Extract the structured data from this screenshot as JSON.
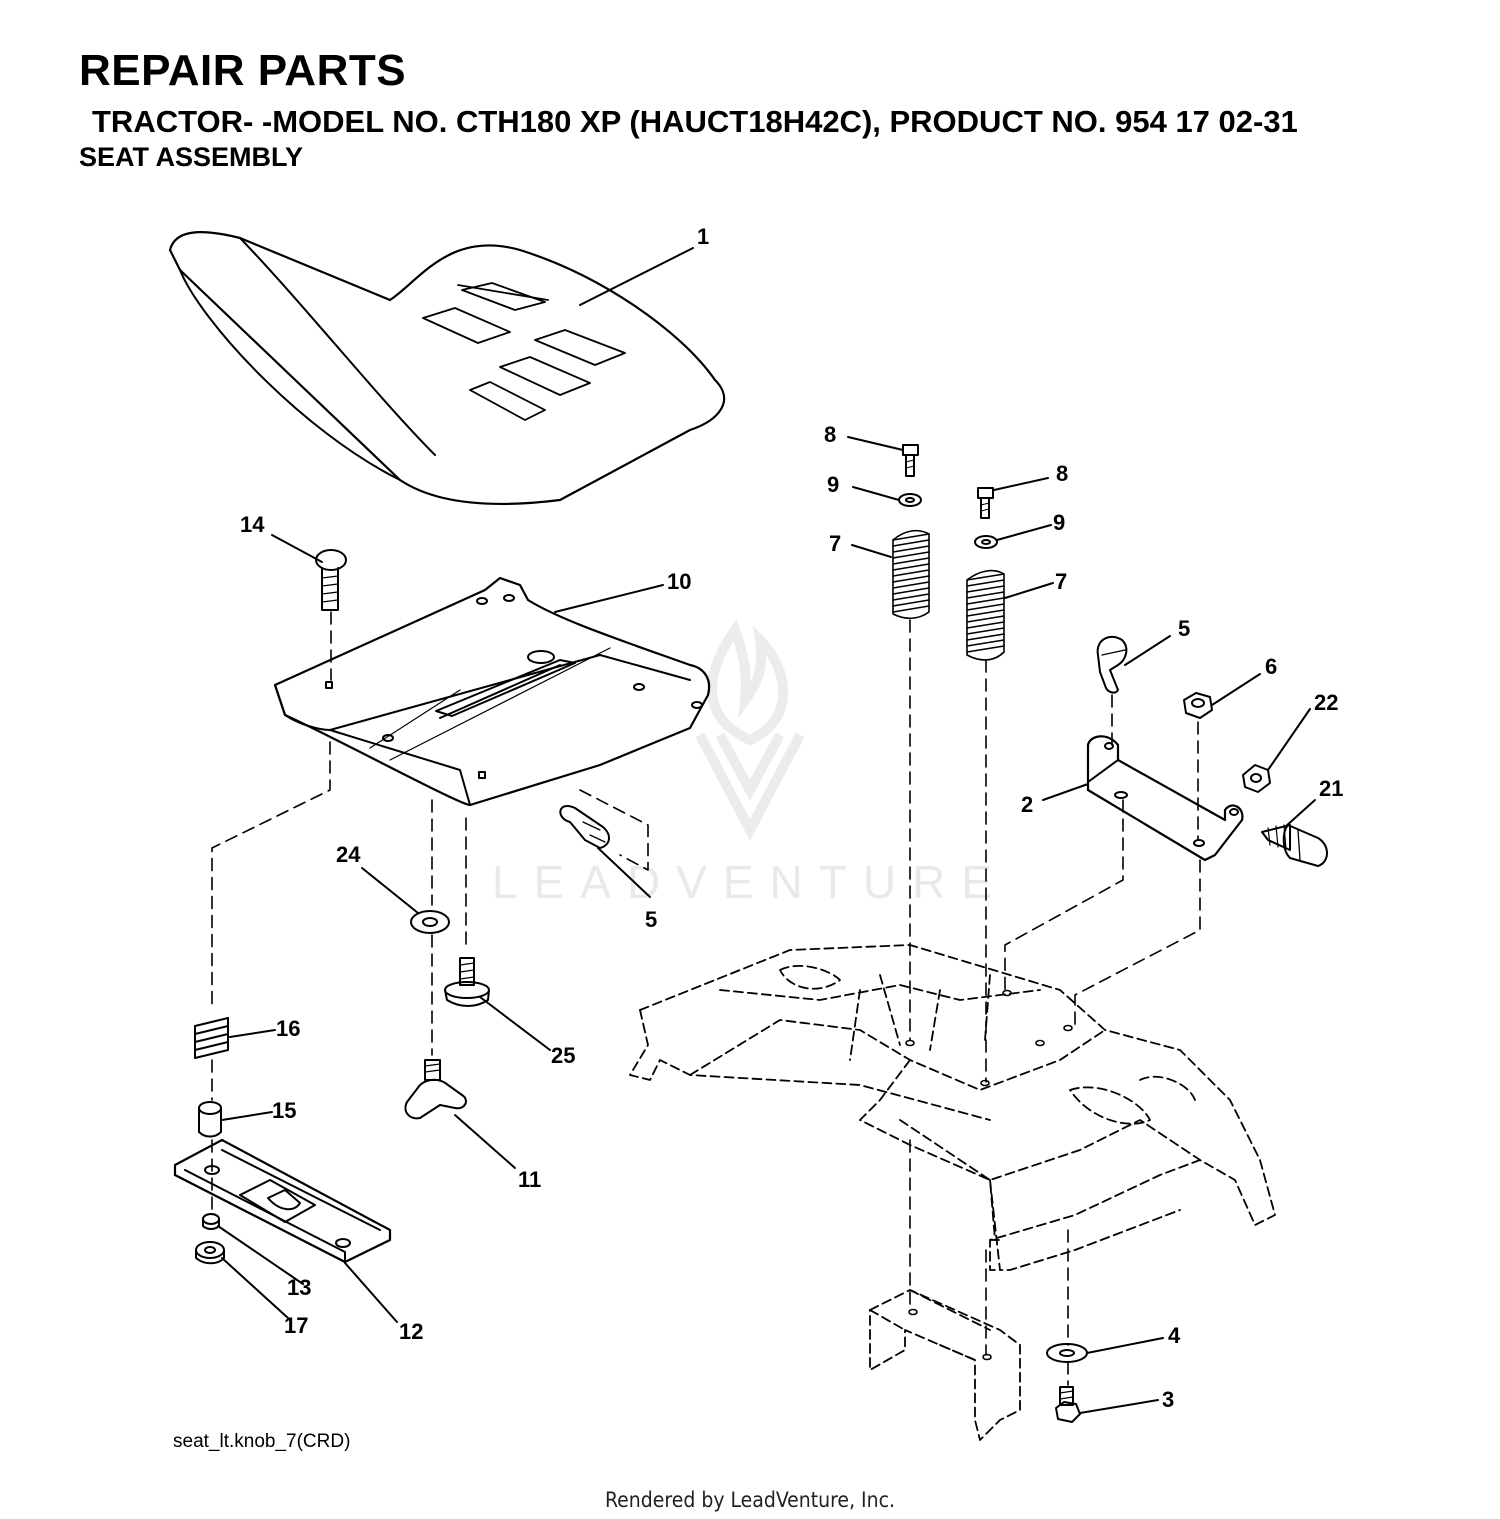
{
  "header": {
    "title": "REPAIR PARTS",
    "subtitle": "TRACTOR- -MODEL NO. CTH180 XP (HAUCT18H42C), PRODUCT NO. 954 17 02-31",
    "section": "SEAT ASSEMBLY"
  },
  "callouts": {
    "c1": "1",
    "c14": "14",
    "c10": "10",
    "c24": "24",
    "c5a": "5",
    "c25": "25",
    "c16": "16",
    "c15": "15",
    "c11": "11",
    "c13": "13",
    "c17": "17",
    "c12": "12",
    "c8a": "8",
    "c9a": "9",
    "c7a": "7",
    "c8b": "8",
    "c9b": "9",
    "c7b": "7",
    "c5b": "5",
    "c6": "6",
    "c22": "22",
    "c2": "2",
    "c21": "21",
    "c4": "4",
    "c3": "3"
  },
  "drawing_id": "seat_lt.knob_7(CRD)",
  "watermark": "LEADVENTURE",
  "footer": "Rendered by LeadVenture, Inc."
}
